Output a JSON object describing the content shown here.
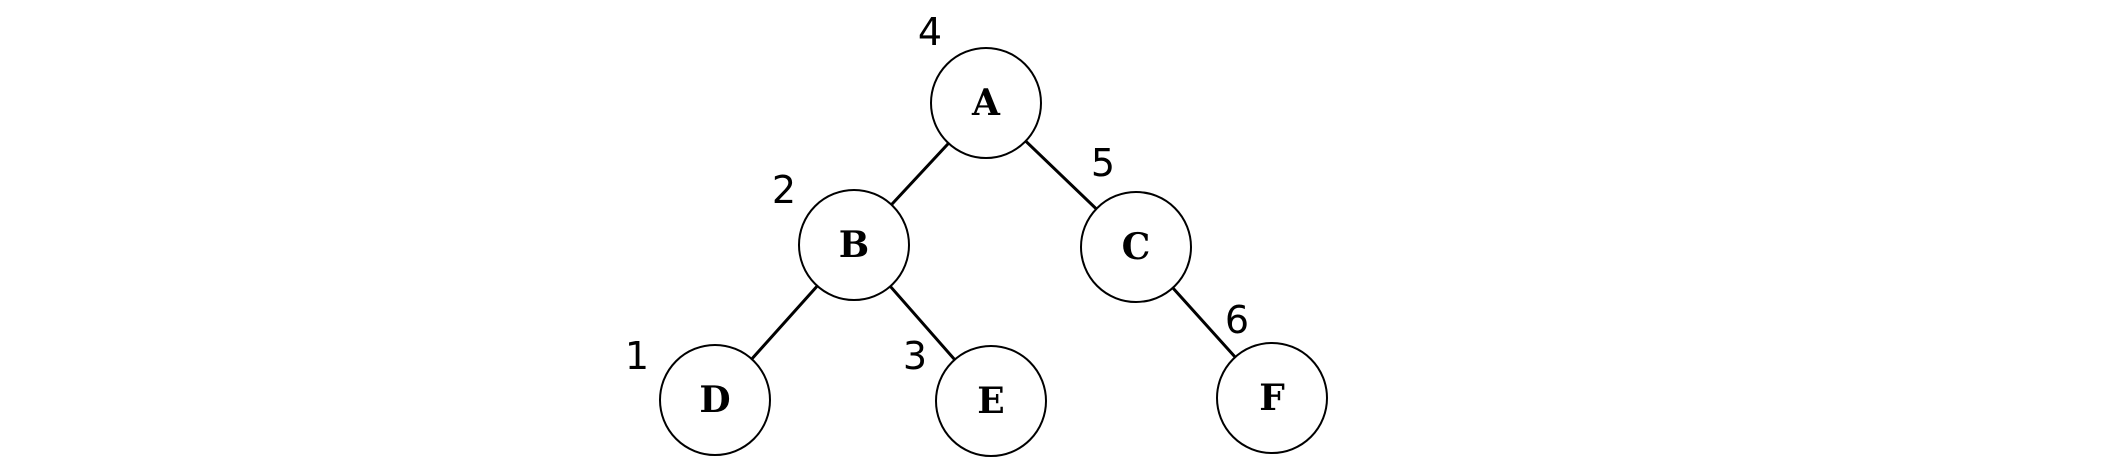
{
  "tree": {
    "nodes": [
      {
        "id": "A",
        "label": "A",
        "order": "4"
      },
      {
        "id": "B",
        "label": "B",
        "order": "2"
      },
      {
        "id": "C",
        "label": "C",
        "order": "5"
      },
      {
        "id": "D",
        "label": "D",
        "order": "1"
      },
      {
        "id": "E",
        "label": "E",
        "order": "3"
      },
      {
        "id": "F",
        "label": "F",
        "order": "6"
      }
    ],
    "edges": [
      {
        "from": "A",
        "to": "B"
      },
      {
        "from": "A",
        "to": "C"
      },
      {
        "from": "B",
        "to": "D"
      },
      {
        "from": "B",
        "to": "E"
      },
      {
        "from": "C",
        "to": "F"
      }
    ]
  }
}
